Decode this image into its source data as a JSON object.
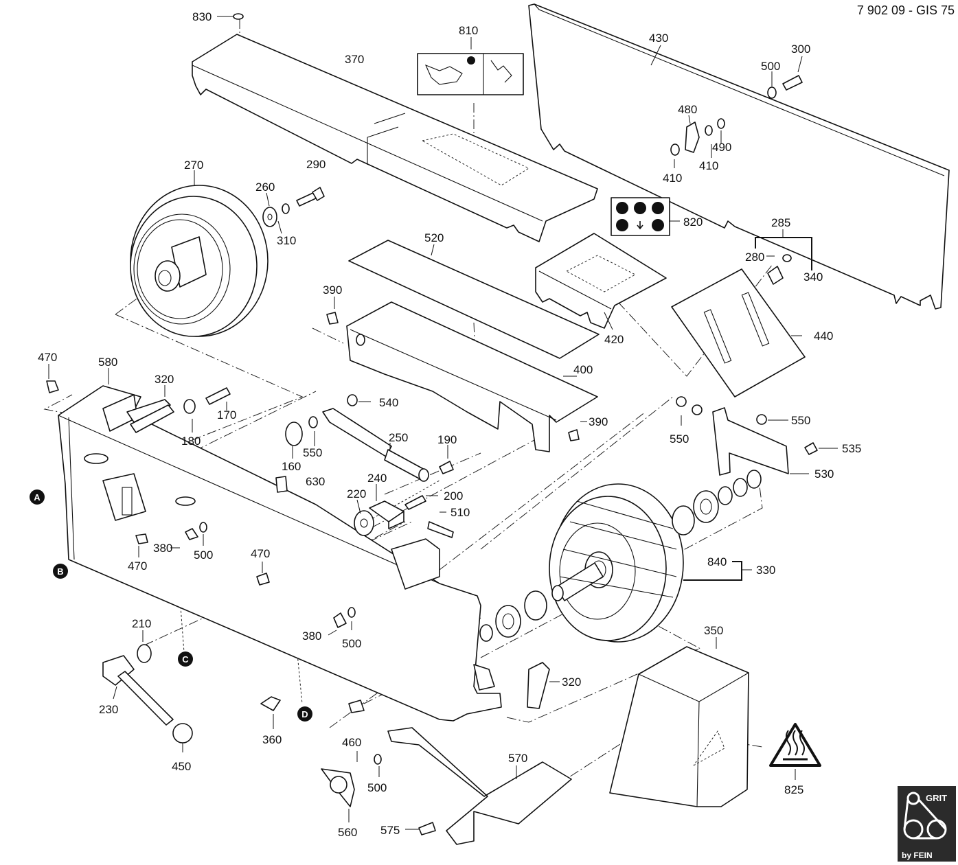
{
  "header": {
    "doc_id": "7 902 09 - GIS 75"
  },
  "logo": {
    "top_text": "GRIT",
    "bottom_text": "by FEIN",
    "color": "#2b2b2b"
  },
  "point_markers": [
    "A",
    "B",
    "C",
    "D"
  ],
  "part_numbers": [
    "830",
    "370",
    "810",
    "430",
    "300",
    "500",
    "480",
    "490",
    "410",
    "410",
    "270",
    "290",
    "260",
    "310",
    "820",
    "285",
    "280",
    "340",
    "520",
    "390",
    "420",
    "440",
    "470",
    "580",
    "320",
    "170",
    "180",
    "540",
    "550",
    "160",
    "630",
    "250",
    "190",
    "400",
    "390",
    "550",
    "550",
    "535",
    "530",
    "240",
    "220",
    "200",
    "510",
    "380",
    "500",
    "470",
    "470",
    "840",
    "330",
    "210",
    "380",
    "500",
    "350",
    "320",
    "230",
    "360",
    "450",
    "460",
    "500",
    "570",
    "825",
    "560",
    "575"
  ],
  "icons": [
    "warning-hot-surface-icon",
    "safety-pictogram-label",
    "manual-pictogram-label"
  ]
}
